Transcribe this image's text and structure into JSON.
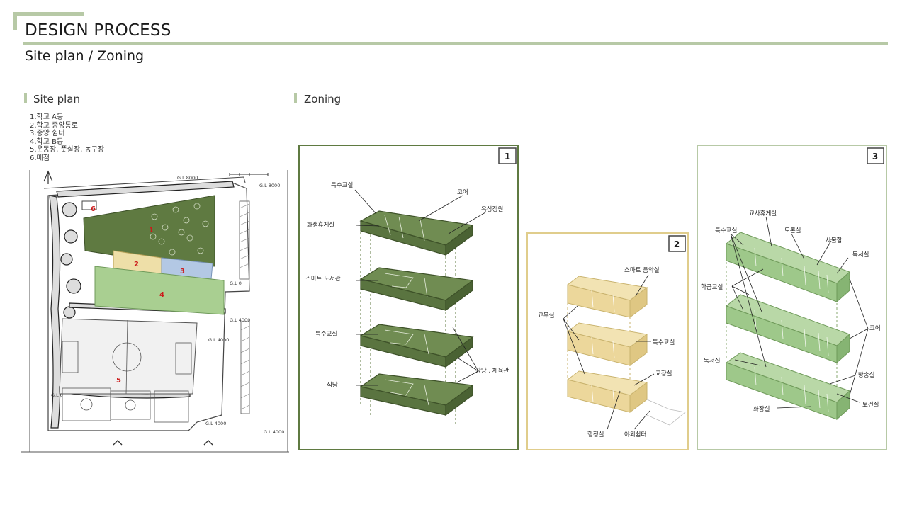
{
  "header": {
    "title": "DESIGN PROCESS",
    "subtitle": "Site plan / Zoning"
  },
  "site_plan": {
    "heading": "Site plan",
    "legend": [
      "1.학교 A동",
      "2.학교 중앙통로",
      "3.중앙 쉼터",
      "4.학교 B동",
      "5.운동장, 풋살장, 농구장",
      "6.매점"
    ],
    "numbers": [
      "1",
      "2",
      "3",
      "4",
      "5",
      "6"
    ],
    "levels": [
      "G.L 8000",
      "G.L 8000",
      "G.L 0",
      "G.L 4000",
      "G.L 4000",
      "G.L 4000",
      "G.L 4000",
      "G.L 0"
    ]
  },
  "zoning": {
    "heading": "Zoning",
    "panels": [
      {
        "number": "1",
        "color": "#5f7a41",
        "labels": [
          "특수교실",
          "코어",
          "옥상정원",
          "화생휴게실",
          "스마트 도서관",
          "특수교실",
          "강당 , 체육관",
          "식당"
        ]
      },
      {
        "number": "2",
        "color": "#e0cd8c",
        "labels": [
          "스마트 음악실",
          "교무실",
          "특수교실",
          "교장실",
          "행정실",
          "야외쉼터"
        ]
      },
      {
        "number": "3",
        "color": "#b7c9a6",
        "labels": [
          "교사휴게실",
          "특수교실",
          "토론실",
          "사물함",
          "독서실",
          "학급교실",
          "코어",
          "독서실",
          "방송실",
          "보건실",
          "화장실"
        ]
      }
    ]
  }
}
